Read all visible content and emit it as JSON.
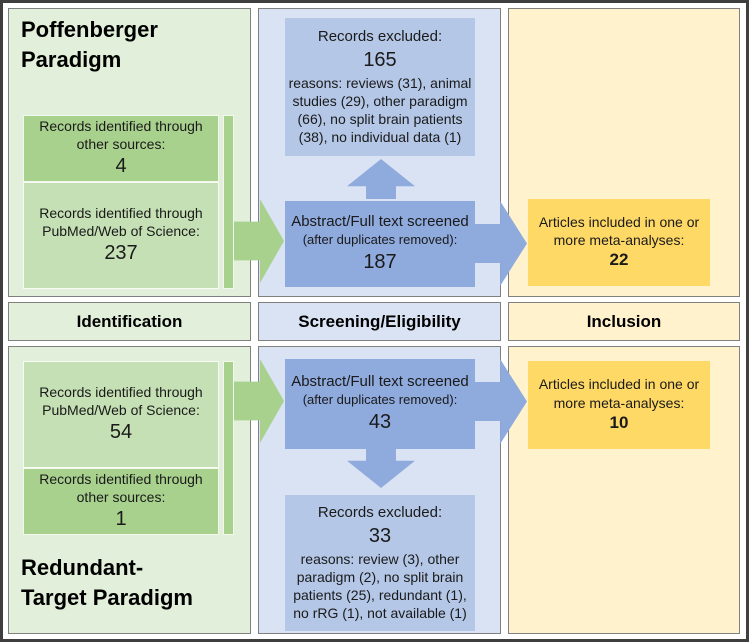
{
  "colors": {
    "green_panel": "#e2efda",
    "green_box_dark": "#a9d18e",
    "green_box_light": "#c5e0b4",
    "blue_panel": "#dae3f3",
    "blue_box_dark": "#8faadc",
    "blue_box_light": "#b4c7e7",
    "yellow_panel": "#fff2cc",
    "yellow_box": "#ffd966",
    "panel_border": "#808080",
    "frame_border": "#3f3f3f",
    "text": "#1a1a1a"
  },
  "stages": {
    "identification": "Identification",
    "screening": "Screening/Eligibility",
    "inclusion": "Inclusion"
  },
  "poffenberger": {
    "title_line1": "Poffenberger",
    "title_line2": "Paradigm",
    "other_sources": {
      "line1": "Records identified through",
      "line2": "other sources:",
      "count": "4"
    },
    "pubmed": {
      "line1": "Records identified through",
      "line2": "PubMed/Web of Science:",
      "count": "237"
    },
    "excluded": {
      "label": "Records excluded:",
      "count": "165",
      "reasons": [
        "reasons: reviews (31), animal",
        "studies (29), other paradigm",
        "(66), no split brain patients",
        "(38), no individual data (1)"
      ]
    },
    "screened": {
      "label": "Abstract/Full text screened",
      "sub": "(after duplicates removed):",
      "count": "187"
    },
    "included": {
      "line1": "Articles included in one or",
      "line2": "more meta-analyses:",
      "count": "22"
    }
  },
  "redundant_target": {
    "title_line1": "Redundant-",
    "title_line2": "Target Paradigm",
    "pubmed": {
      "line1": "Records identified through",
      "line2": "PubMed/Web of Science:",
      "count": "54"
    },
    "other_sources": {
      "line1": "Records identified through",
      "line2": "other sources:",
      "count": "1"
    },
    "screened": {
      "label": "Abstract/Full text screened",
      "sub": "(after duplicates removed):",
      "count": "43"
    },
    "excluded": {
      "label": "Records excluded:",
      "count": "33",
      "reasons": [
        "reasons: review (3), other",
        "paradigm (2), no split brain",
        "patients (25), redundant (1),",
        "no rRG (1), not available (1)"
      ]
    },
    "included": {
      "line1": "Articles included in one or",
      "line2": "more meta-analyses:",
      "count": "10"
    }
  }
}
